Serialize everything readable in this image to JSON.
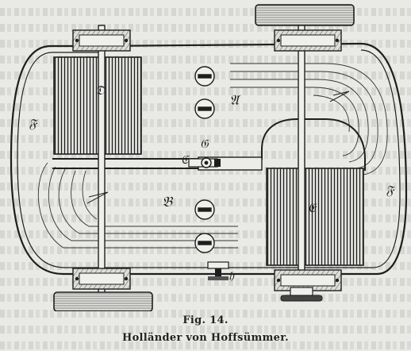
{
  "figure": {
    "number_label": "Fig. 14.",
    "title": "Holländer von Hoffsümmer.",
    "labels": {
      "A": "𝔄",
      "B": "𝔅",
      "C": "𝔈",
      "D": "𝔇",
      "E": "𝔈",
      "F_left": "𝔉",
      "F_right": "𝔉",
      "G": "𝔊",
      "H": "𝔥"
    },
    "colors": {
      "paper": "#e9e9e6",
      "ink": "#222222"
    }
  }
}
